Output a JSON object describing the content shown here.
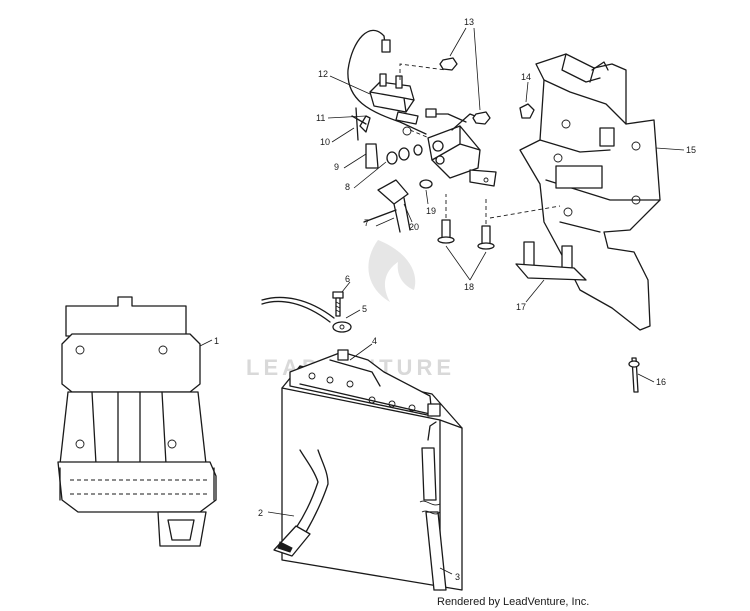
{
  "watermark": {
    "text": "LEADVENTURE"
  },
  "footer": {
    "text": "Rendered by LeadVenture, Inc."
  },
  "callouts": [
    {
      "id": "p1",
      "label": "1"
    },
    {
      "id": "p2",
      "label": "2"
    },
    {
      "id": "p3",
      "label": "3"
    },
    {
      "id": "p4",
      "label": "4"
    },
    {
      "id": "p5",
      "label": "5"
    },
    {
      "id": "p6",
      "label": "6"
    },
    {
      "id": "p7",
      "label": "7"
    },
    {
      "id": "p8",
      "label": "8"
    },
    {
      "id": "p9",
      "label": "9"
    },
    {
      "id": "p10",
      "label": "10"
    },
    {
      "id": "p11",
      "label": "11"
    },
    {
      "id": "p12",
      "label": "12"
    },
    {
      "id": "p13",
      "label": "13"
    },
    {
      "id": "p14",
      "label": "14"
    },
    {
      "id": "p15",
      "label": "15"
    },
    {
      "id": "p16",
      "label": "16"
    },
    {
      "id": "p17",
      "label": "17"
    },
    {
      "id": "p18",
      "label": "18"
    },
    {
      "id": "p19",
      "label": "19"
    },
    {
      "id": "p20",
      "label": "20"
    }
  ]
}
